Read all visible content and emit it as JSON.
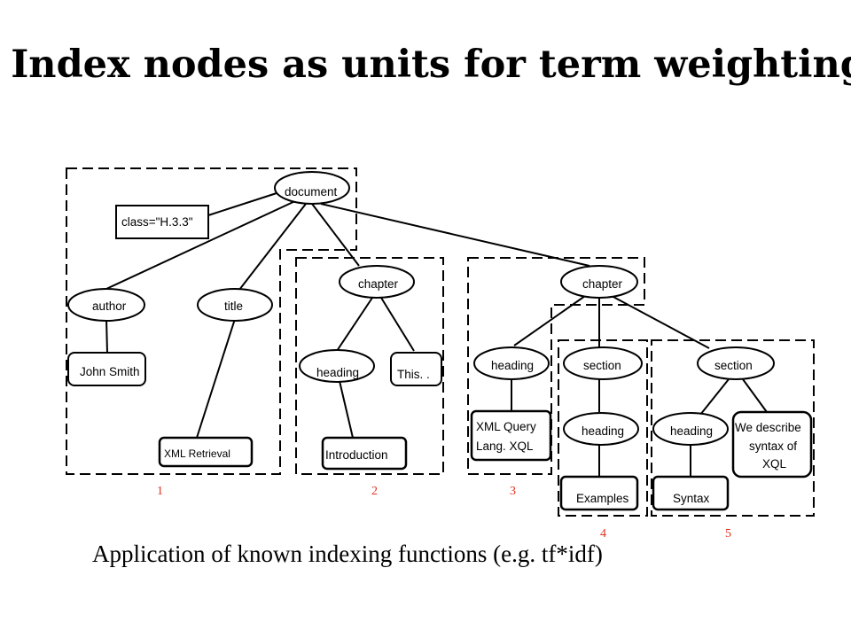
{
  "title": "Index nodes as units for term weighting",
  "caption": "Application of known indexing functions (e.g. tf*idf)",
  "nodes": {
    "document": "document",
    "class_attr": "class=\"H.3.3\"",
    "author": "author",
    "title": "title",
    "john_smith": "John Smith",
    "xml_retrieval": "XML Retrieval",
    "chapter1": "chapter",
    "heading1": "heading",
    "this": "This. .",
    "introduction": "Introduction",
    "chapter2": "chapter",
    "heading2": "heading",
    "xml_query_line1": "XML Query",
    "xml_query_line2": "Lang. XQL",
    "section1": "section",
    "heading3": "heading",
    "examples": "Examples",
    "section2": "section",
    "heading4": "heading",
    "syntax": "Syntax",
    "we_describe_line1": "We describe",
    "we_describe_line2": "syntax of",
    "we_describe_line3": "XQL"
  },
  "units": [
    "1",
    "2",
    "3",
    "4",
    "5"
  ]
}
